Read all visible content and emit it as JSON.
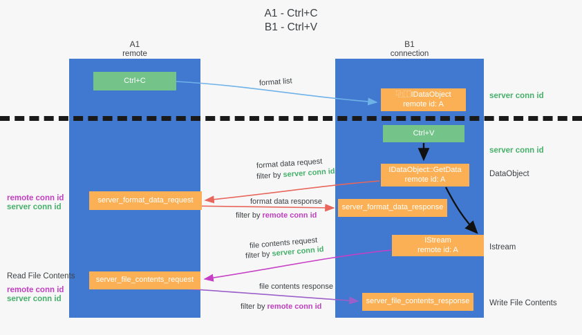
{
  "title": {
    "line1": "A1 - Ctrl+C",
    "line2": "B1 - Ctrl+V"
  },
  "columns": {
    "a1": {
      "name": "A1",
      "role": "remote"
    },
    "b1": {
      "name": "B1",
      "role": "connection"
    }
  },
  "nodes": {
    "ctrl_c": "Ctrl+C",
    "idataobject_name": "⿻⿰IDataObject",
    "idataobject_sub": "remote id: A",
    "ctrl_v": "Ctrl+V",
    "getdata_name": "IDataObject::GetData",
    "getdata_sub": "remote id: A",
    "format_data_request": "server_format_data_request",
    "format_data_response": "server_format_data_response",
    "istream_name": "IStream",
    "istream_sub": "remote id: A",
    "file_contents_request": "server_file_contents_request",
    "file_contents_response": "server_file_contents_response"
  },
  "edge_labels": {
    "format_list": "format list",
    "format_data_request": "format data request",
    "format_data_request_filter_prefix": "filter by ",
    "format_data_request_filter_key": "server conn id",
    "format_data_response": "format data response",
    "format_data_response_filter_prefix": "filter by ",
    "format_data_response_filter_key": "remote conn id",
    "file_contents_request": "file contents request",
    "file_contents_request_filter_prefix": "filter by ",
    "file_contents_request_filter_key": "server conn id",
    "file_contents_response": "file contents response",
    "file_contents_response_filter_prefix": "filter by ",
    "file_contents_response_filter_key": "remote conn id"
  },
  "annotations": {
    "server_conn_id_1": "server conn id",
    "server_conn_id_2": "server conn id",
    "dataobject": "DataObject",
    "istream": "Istream",
    "write_file_contents": "Write File Contents",
    "read_file_contents": "Read File Contents",
    "left_remote_conn_id_1": "remote conn id",
    "left_server_conn_id_1": "server conn id",
    "left_remote_conn_id_2": "remote conn id",
    "left_server_conn_id_2": "server conn id"
  },
  "colors": {
    "lane": "#4279d0",
    "green_node": "#74c48a",
    "orange_node": "#fbb055",
    "server_conn_id": "#46b06a",
    "remote_conn_id": "#bf3fbf",
    "arrow_blue": "#6fb2e8",
    "arrow_red": "#e8665c",
    "arrow_magenta": "#c63fc6",
    "arrow_purple": "#9b5fc9",
    "arrow_black": "#111111",
    "background": "#f7f7f7"
  }
}
